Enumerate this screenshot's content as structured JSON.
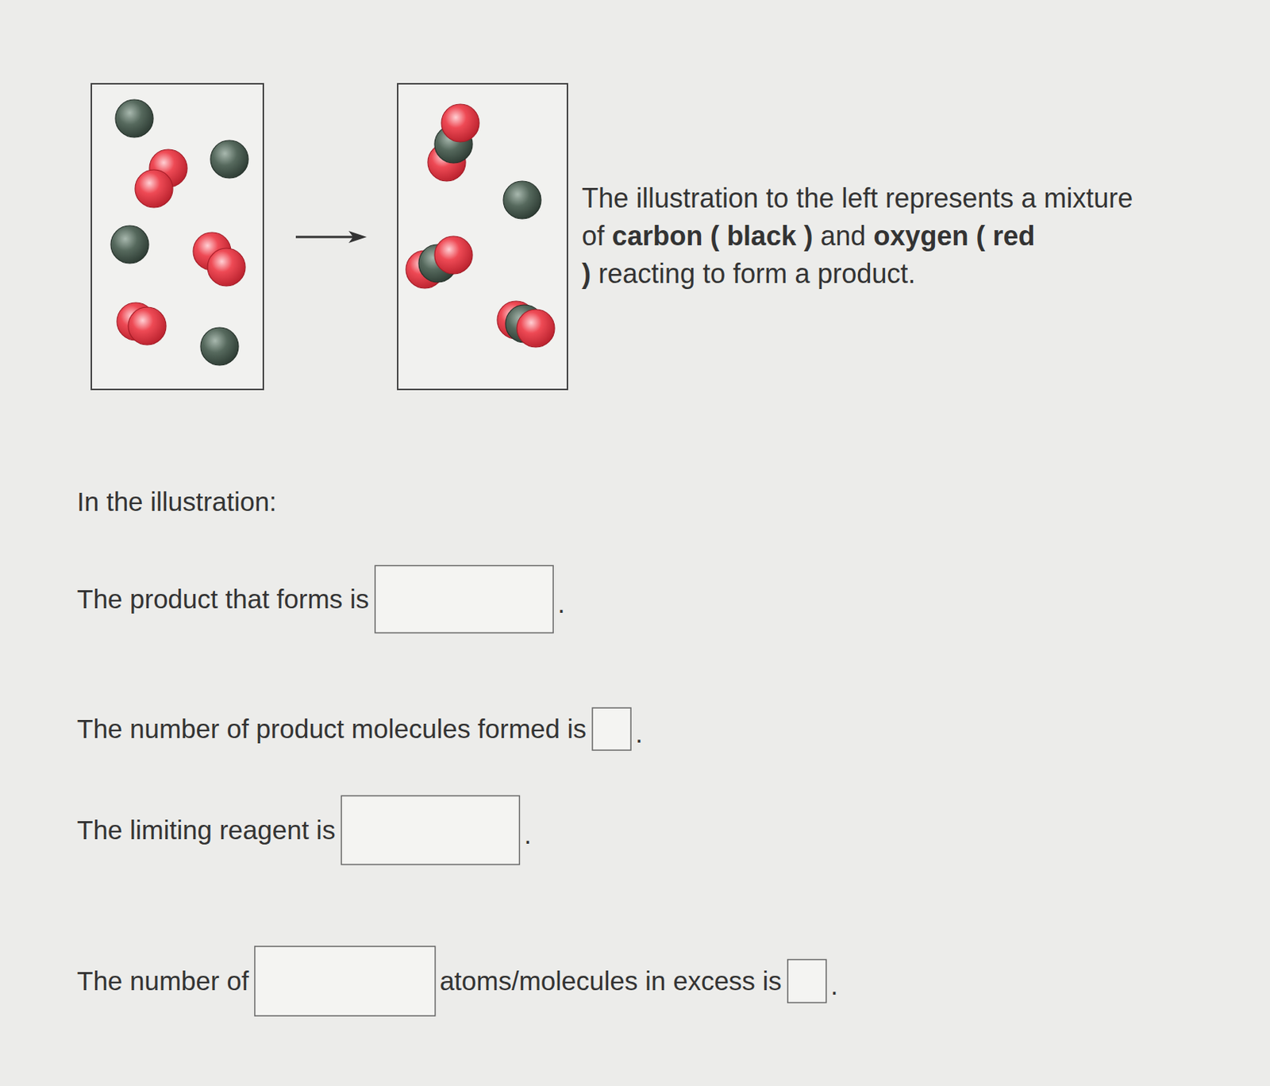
{
  "diagram": {
    "labels": [
      "The illustration to the left represents a mixture of",
      "carbon ( black )",
      "and",
      "oxygen ( red )",
      "reacting to form a product.",
      "In the illustration:",
      "The product that forms is",
      ".",
      "The number of product molecules formed is",
      ".",
      "The limiting reagent is",
      ".",
      "The number of",
      "atoms/molecules in excess is",
      "."
    ]
  }
}
